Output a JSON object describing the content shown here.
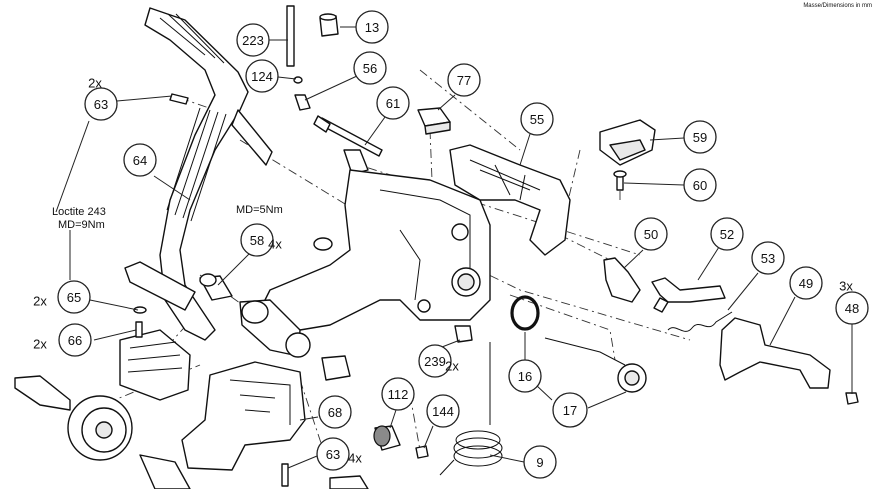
{
  "header": {
    "units_note": "Masse/Dimensions in mm"
  },
  "callouts": [
    {
      "id": "c13",
      "label": "13",
      "multiplier": ""
    },
    {
      "id": "c223",
      "label": "223",
      "multiplier": ""
    },
    {
      "id": "c124",
      "label": "124",
      "multiplier": ""
    },
    {
      "id": "c56",
      "label": "56",
      "multiplier": ""
    },
    {
      "id": "c77",
      "label": "77",
      "multiplier": ""
    },
    {
      "id": "c61",
      "label": "61",
      "multiplier": ""
    },
    {
      "id": "c55",
      "label": "55",
      "multiplier": ""
    },
    {
      "id": "c59",
      "label": "59",
      "multiplier": ""
    },
    {
      "id": "c60",
      "label": "60",
      "multiplier": ""
    },
    {
      "id": "c63a",
      "label": "63",
      "multiplier": "2x"
    },
    {
      "id": "c64",
      "label": "64",
      "multiplier": ""
    },
    {
      "id": "c58",
      "label": "58",
      "multiplier": "4x"
    },
    {
      "id": "c50",
      "label": "50",
      "multiplier": ""
    },
    {
      "id": "c52",
      "label": "52",
      "multiplier": ""
    },
    {
      "id": "c53",
      "label": "53",
      "multiplier": ""
    },
    {
      "id": "c49",
      "label": "49",
      "multiplier": ""
    },
    {
      "id": "c48",
      "label": "48",
      "multiplier": "3x"
    },
    {
      "id": "c65",
      "label": "65",
      "multiplier": "2x"
    },
    {
      "id": "c66",
      "label": "66",
      "multiplier": "2x"
    },
    {
      "id": "c239",
      "label": "239",
      "multiplier": "2x"
    },
    {
      "id": "c16",
      "label": "16",
      "multiplier": ""
    },
    {
      "id": "c17",
      "label": "17",
      "multiplier": ""
    },
    {
      "id": "c112",
      "label": "112",
      "multiplier": ""
    },
    {
      "id": "c144",
      "label": "144",
      "multiplier": ""
    },
    {
      "id": "c68",
      "label": "68",
      "multiplier": ""
    },
    {
      "id": "c63b",
      "label": "63",
      "multiplier": "4x"
    },
    {
      "id": "c9",
      "label": "9",
      "multiplier": ""
    }
  ],
  "notes": {
    "torque_58": "MD=5Nm",
    "loctite_line1": "Loctite 243",
    "loctite_line2": "MD=9Nm"
  }
}
